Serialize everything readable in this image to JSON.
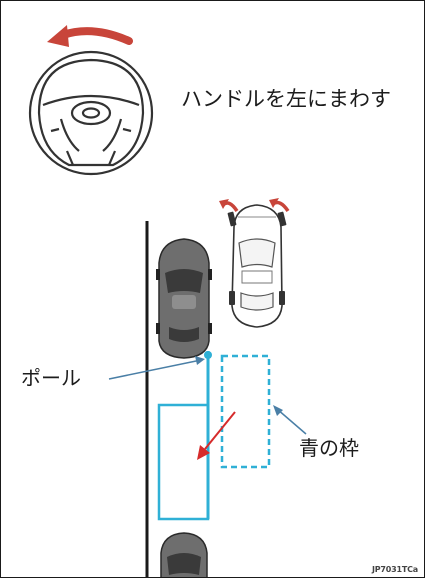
{
  "labels": {
    "steering_instruction": "ハンドルを左にまわす",
    "pole": "ポール",
    "blue_frame": "青の枠",
    "figure_code": "JP7031TCa"
  },
  "colors": {
    "turn_arrow": "#c8453a",
    "guide_cyan": "#2fb0d6",
    "pointer": "#4a7fa6",
    "move_arrow": "#d62b2b",
    "parked_car": "#6e6e6e",
    "own_car": "#ffffff",
    "outline": "#333333"
  },
  "icons": [
    "steering-wheel-icon",
    "turn-left-arrow-icon",
    "wheel-turn-arrow-icon",
    "parked-car-icon",
    "own-car-icon"
  ]
}
